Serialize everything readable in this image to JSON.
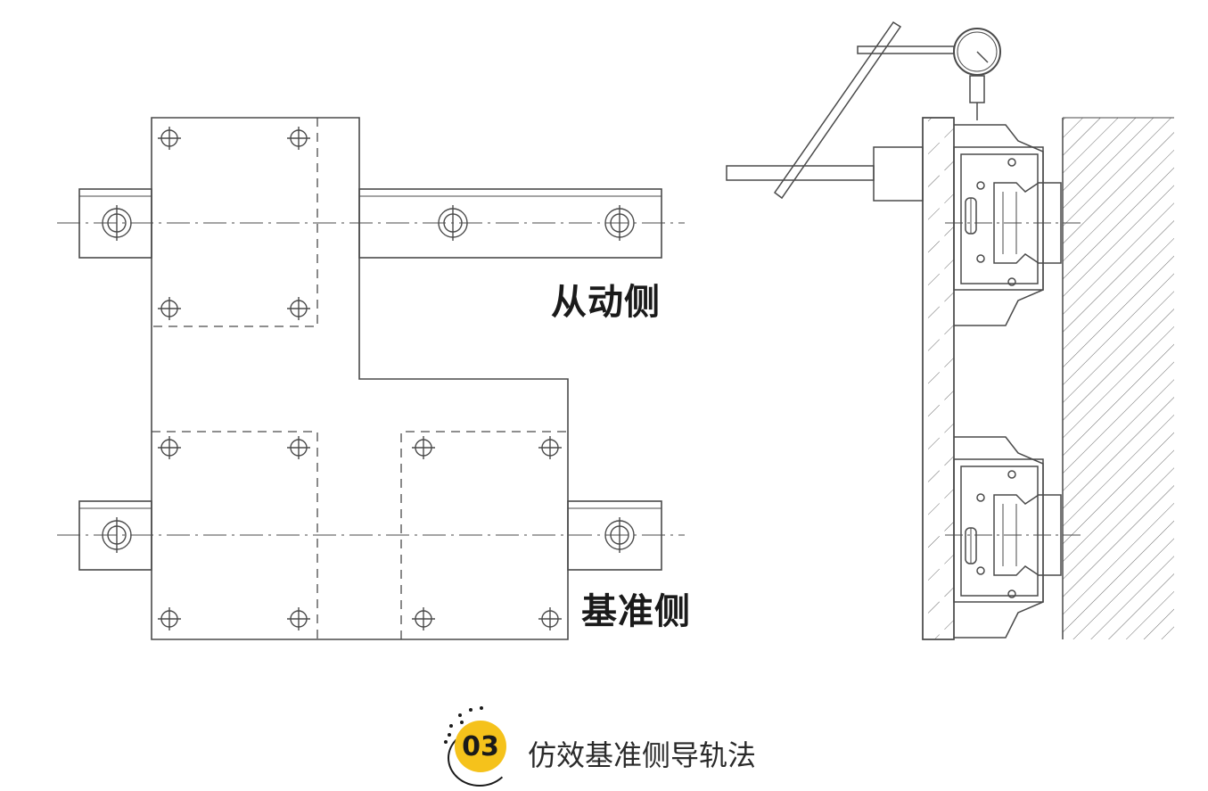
{
  "labels": {
    "driven_side": "从动侧",
    "reference_side": "基准侧"
  },
  "caption": {
    "number": "03",
    "text": "仿效基准侧导轨法"
  },
  "colors": {
    "line": "#4a4a4a",
    "badge": "#f5c21b",
    "text": "#1a1a1a"
  },
  "icons": {
    "bolt_hole": "crosshair-circle-icon",
    "dial_gauge": "dial-indicator-icon"
  }
}
